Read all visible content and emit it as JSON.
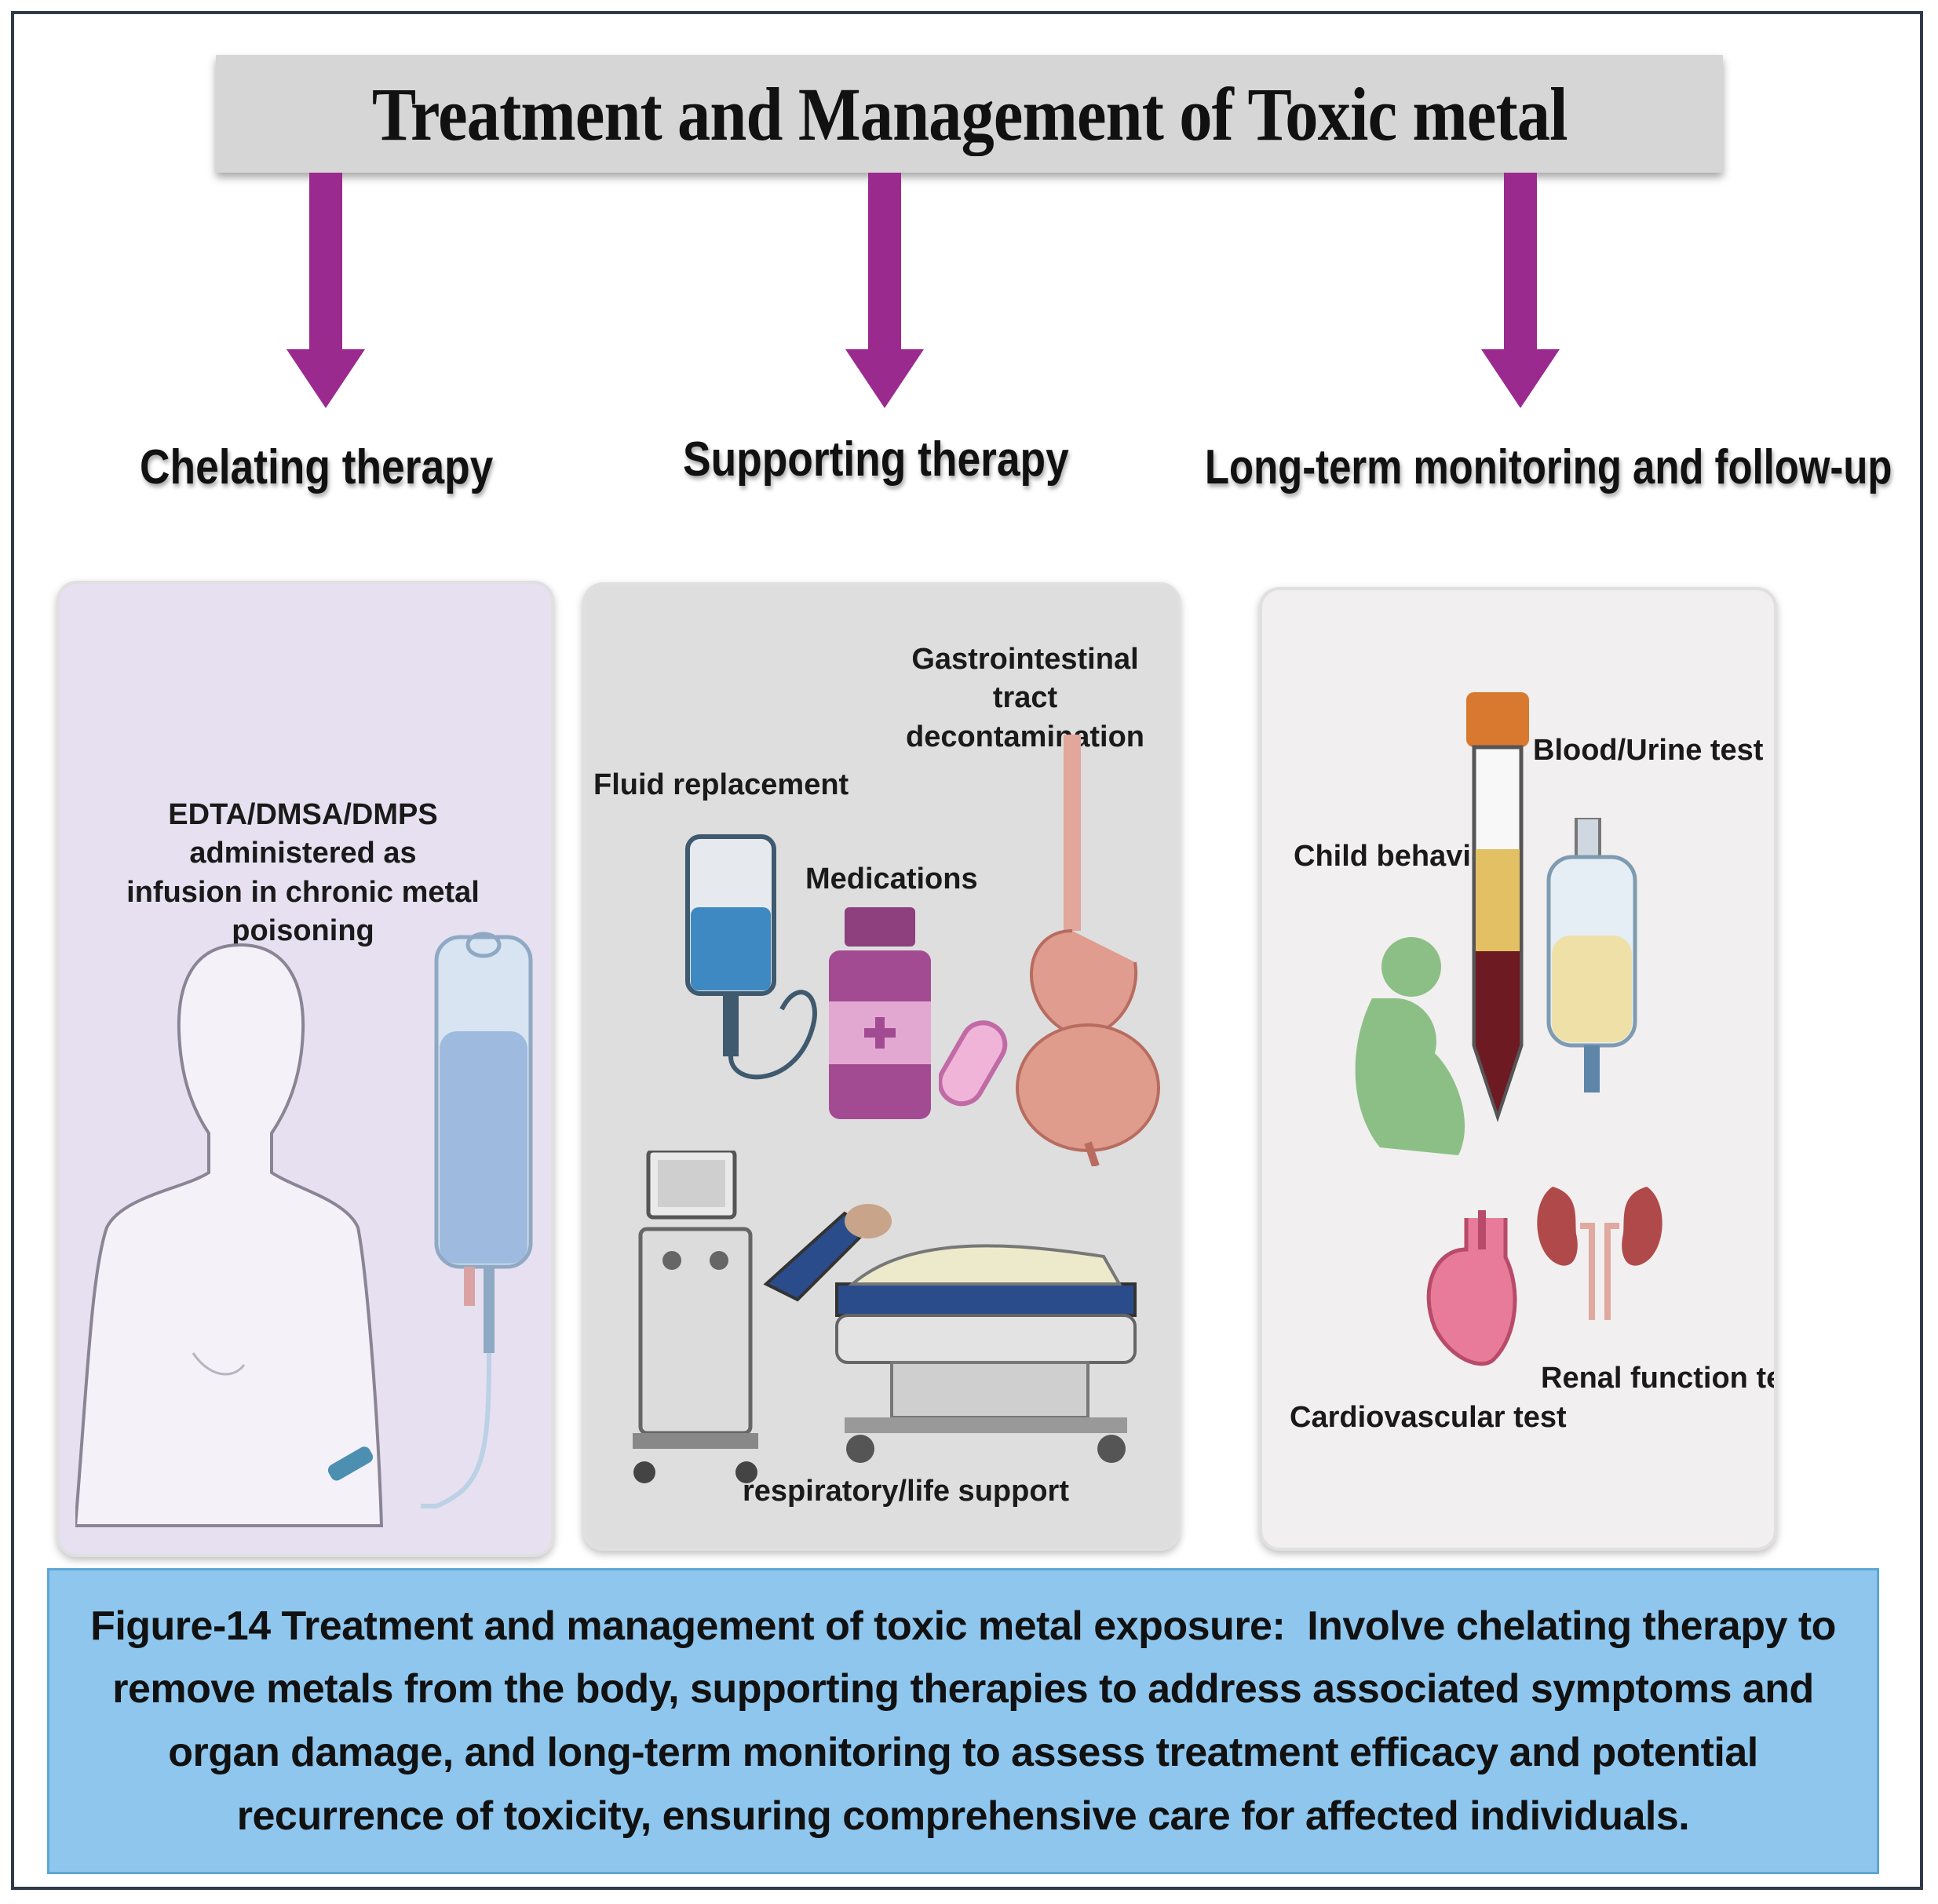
{
  "title": "Treatment and Management of Toxic metal",
  "columns": [
    {
      "heading": "Chelating therapy",
      "labels": {
        "infusion": "EDTA/DMSA/DMPS administered as\ninfusion in chronic metal poisoning"
      }
    },
    {
      "heading": "Supporting therapy",
      "labels": {
        "gi": "Gastrointestinal tract\ndecontamination",
        "fluid": "Fluid replacement",
        "medications": "Medications",
        "respiratory": "respiratory/life support"
      }
    },
    {
      "heading": "Long-term monitoring and follow-up",
      "labels": {
        "blood_urine": "Blood/Urine test",
        "child": "Child behaviour",
        "cardio": "Cardiovascular test",
        "renal": "Renal function test"
      }
    }
  ],
  "caption": {
    "lead": "Figure-14 Treatment and management of toxic metal exposure:",
    "body": "Involve chelating therapy to remove metals from the body, supporting therapies to address associated symptoms and organ damage, and long-term monitoring to assess treatment efficacy and potential recurrence of toxicity, ensuring comprehensive care for affected individuals."
  },
  "colors": {
    "arrow": "#9b2a8e",
    "title_bar": "#d6d6d6",
    "panel_1": "#e6e0f0",
    "panel_2": "#dedede",
    "panel_3": "#f1efef",
    "caption_bg": "#8ec6ee"
  },
  "icons": [
    "person-silhouette-icon",
    "iv-bag-icon",
    "fluid-bag-icon",
    "medicine-bottle-icon",
    "pill-icon",
    "digestive-tract-icon",
    "ventilator-icon",
    "hospital-bed-icon",
    "blood-tube-icon",
    "urine-bag-icon",
    "child-icon",
    "heart-icon",
    "kidney-icon"
  ]
}
